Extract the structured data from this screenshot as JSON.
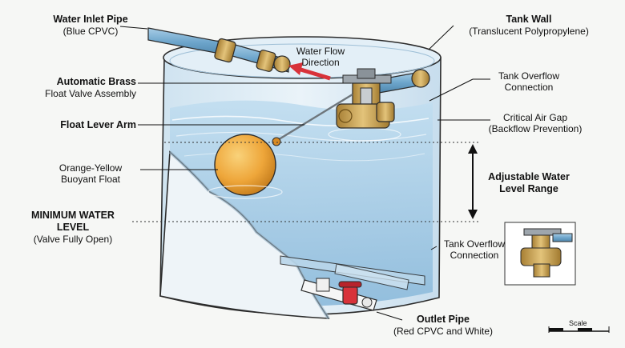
{
  "labels": {
    "inlet_title": "Water Inlet Pipe",
    "inlet_sub": "(Blue CPVC)",
    "tank_wall_title": "Tank Wall",
    "tank_wall_sub": "(Translucent Polypropylene)",
    "water_flow_line1": "Water Flow",
    "water_flow_line2": "Direction",
    "valve_title": "Automatic Brass",
    "valve_sub": "Float Valve Assembly",
    "overflow_top_line1": "Tank Overflow",
    "overflow_top_line2": "Connection",
    "lever_title": "Float Lever Arm",
    "air_gap_line1": "Critical Air Gap",
    "air_gap_line2": "(Backflow Prevention)",
    "float_line1": "Orange-Yellow",
    "float_line2": "Buoyant Float",
    "range_line1": "Adjustable Water",
    "range_line2": "Level Range",
    "min_title": "MINIMUM WATER LEVEL",
    "min_sub": "(Valve Fully Open)",
    "overflow_bottom_line1": "Tank Overflow",
    "overflow_bottom_line2": "Connection",
    "outlet_title": "Outlet Pipe",
    "outlet_sub": "(Red CPVC and White)",
    "scale": "Scale"
  },
  "colors": {
    "water": "#a9cfe6",
    "tank_wall": "#dcebf4",
    "inlet_pipe": "#7fb2d4",
    "brass": "#c9a55a",
    "float": "#eea63a",
    "outlet_valve": "#d8323a",
    "flow_arrow": "#d8323a"
  },
  "icons": {
    "flow_arrow": "arrow-left-icon",
    "range_arrow": "double-arrow-vertical-icon"
  }
}
